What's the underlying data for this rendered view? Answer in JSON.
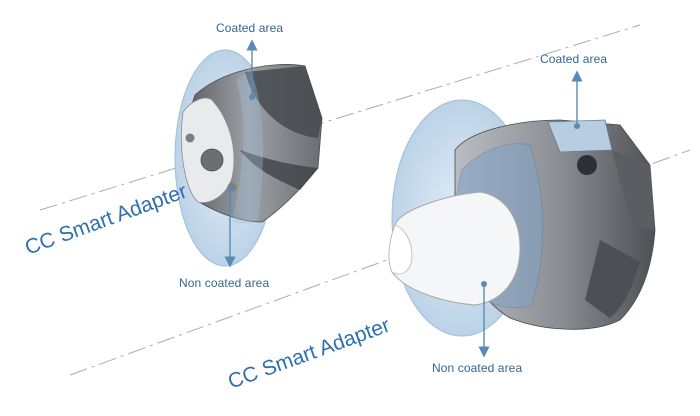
{
  "labels": {
    "left_coated": "Coated area",
    "left_noncoated": "Non coated area",
    "left_adapter": "CC Smart Adapter",
    "right_coated": "Coated area",
    "right_noncoated": "Non coated area",
    "right_adapter": "CC Smart Adapter"
  },
  "colors": {
    "label_text": "#35668f",
    "adapter_text": "#2f6fb0",
    "arrow": "#5b8ab5",
    "coating": "#9fbfdc",
    "metal_dark": "#55585d",
    "metal_mid": "#8a8d92",
    "metal_light": "#c9ccd0"
  }
}
